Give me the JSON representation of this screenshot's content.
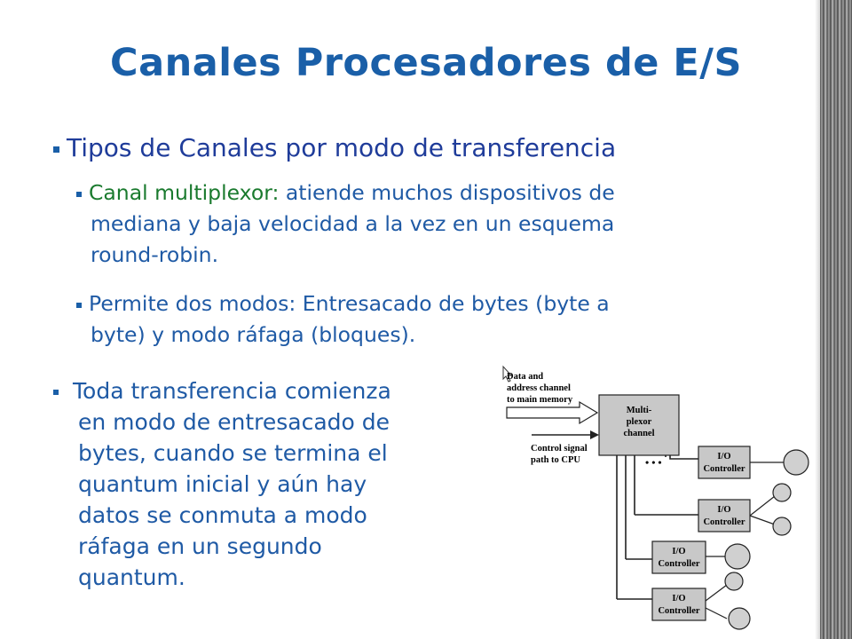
{
  "title": "Canales Procesadores de E/S",
  "bullets": {
    "level1": "Tipos de Canales por modo de transferencia",
    "level2a_label": "Canal multiplexor:",
    "level2a_text_line1": " atiende muchos dispositivos de",
    "level2a_text_line2": "mediana y baja velocidad a la vez en un esquema",
    "level2a_text_line3": "round-robin.",
    "level2b_line1": "Permite dos modos: Entresacado de bytes (byte a",
    "level2b_line2": "byte) y modo ráfaga (bloques).",
    "side_lines": [
      "Toda transferencia comienza",
      "en modo de entresacado de",
      "bytes, cuando se termina el",
      "quantum inicial y aún hay",
      "datos se conmuta a modo",
      "ráfaga en un segundo",
      "quantum."
    ]
  },
  "diagram": {
    "data_channel_label": [
      "Data and",
      "address channel",
      "to main memory"
    ],
    "control_label": [
      "Control signal",
      "path to CPU"
    ],
    "mux_label": [
      "Multi-",
      "plexor",
      "channel"
    ],
    "ellipsis": "• • •",
    "controller_label": [
      "I/O",
      "Controller"
    ]
  },
  "colors": {
    "title": "#1a5fa8",
    "bullet_text": "#1f5aa5",
    "highlight": "#1a7a2e"
  }
}
